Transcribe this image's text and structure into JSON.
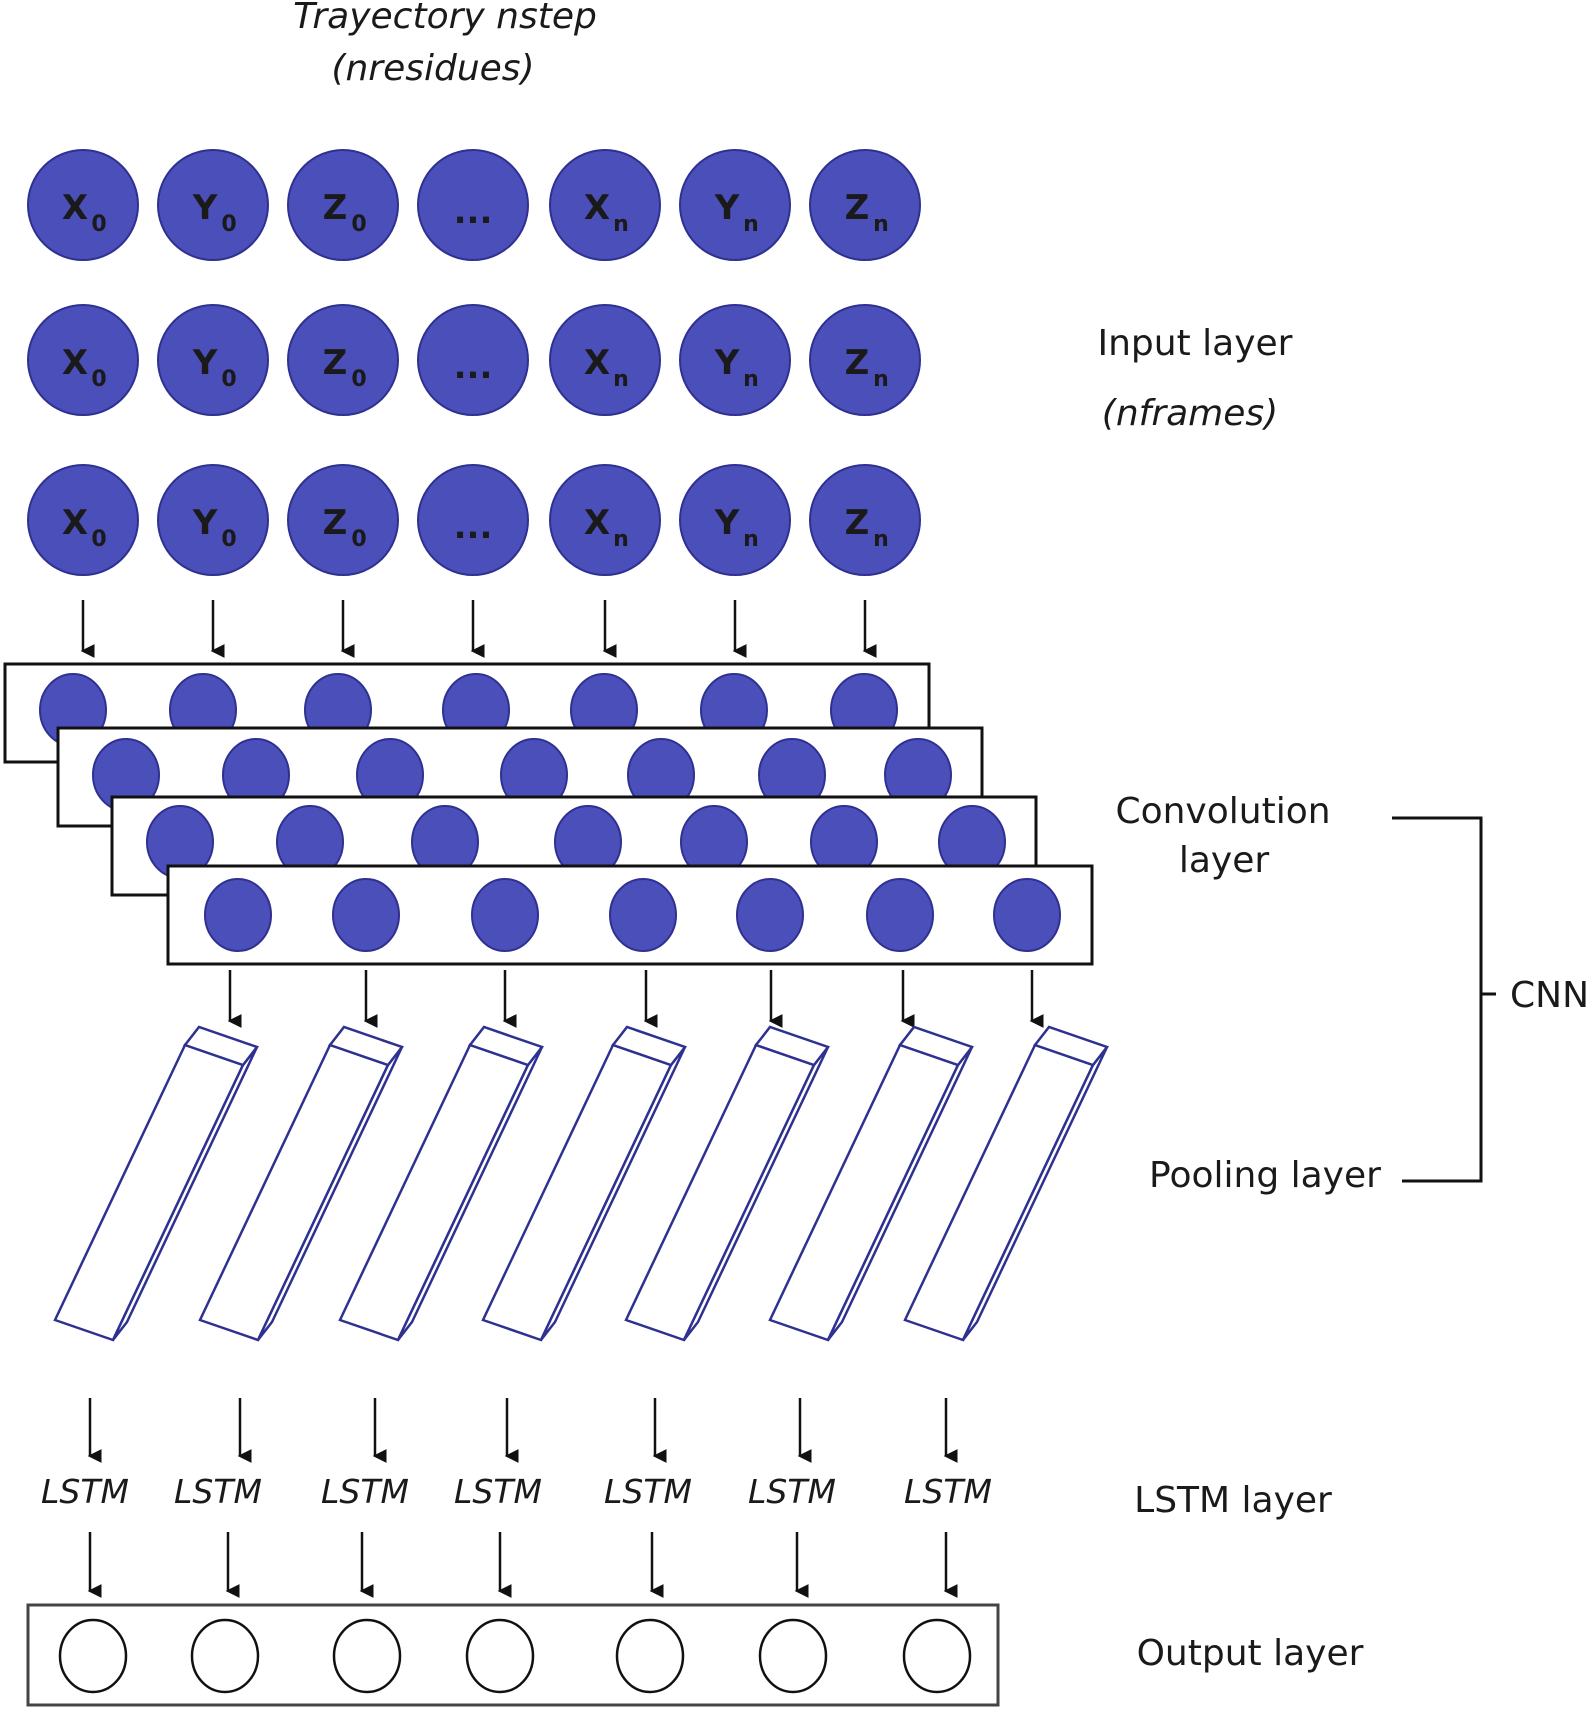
{
  "header": {
    "line1": "Trayectory nstep",
    "line2": "(nresidues)"
  },
  "input_layer": {
    "label": "Input layer",
    "sublabel": "(nframes)",
    "nodes": [
      {
        "base": "X",
        "sub": "0"
      },
      {
        "base": "Y",
        "sub": "0"
      },
      {
        "base": "Z",
        "sub": "0"
      },
      {
        "base": "...",
        "sub": ""
      },
      {
        "base": "X",
        "sub": "n"
      },
      {
        "base": "Y",
        "sub": "n"
      },
      {
        "base": "Z",
        "sub": "n"
      }
    ]
  },
  "convolution_layer": {
    "label_line1": "Convolution",
    "label_line2": "layer"
  },
  "pooling_layer": {
    "label": "Pooling layer"
  },
  "cnn_bracket": {
    "label": "CNN"
  },
  "lstm_layer": {
    "label": "LSTM layer",
    "unit_label": "LSTM"
  },
  "output_layer": {
    "label": "Output layer"
  },
  "colors": {
    "node_fill": "#4b4fba",
    "node_stroke": "#2e3190",
    "prism_stroke": "#2e3190",
    "line": "#111111"
  }
}
